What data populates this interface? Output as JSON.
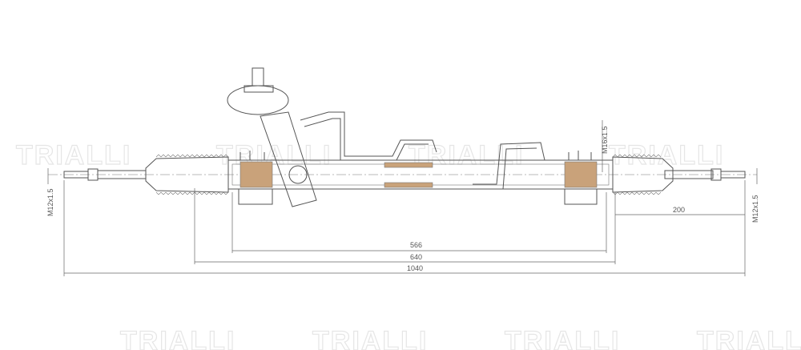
{
  "watermark": {
    "brand": "TRIALLI"
  },
  "dimensions": {
    "d566": "566",
    "d640": "640",
    "d1040": "1040",
    "d200": "200",
    "thread_left": "M12x1.5",
    "thread_right": "M12x1.5",
    "thread_port": "M16x1.5"
  }
}
